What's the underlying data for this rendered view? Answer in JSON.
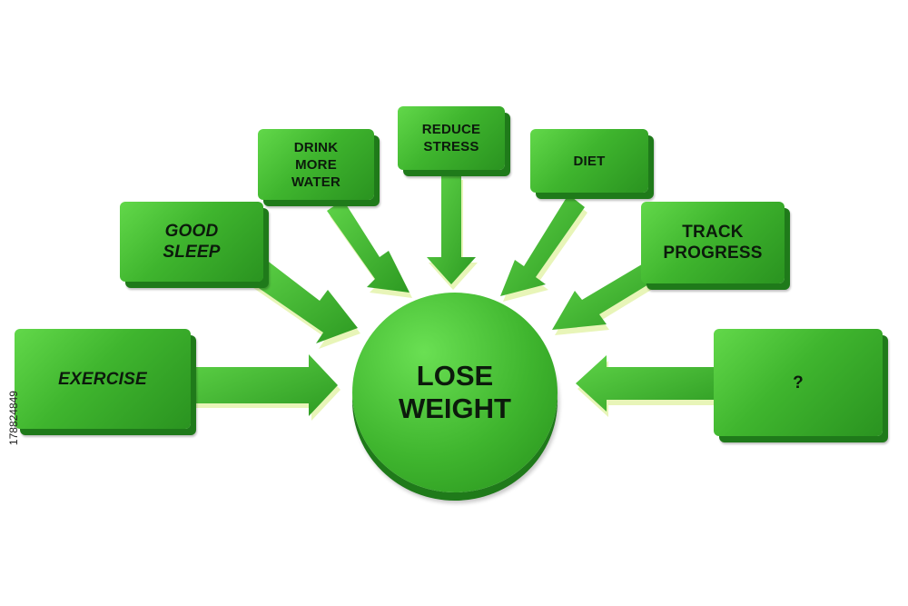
{
  "diagram": {
    "center": {
      "label": "LOSE\nWEIGHT"
    },
    "nodes": [
      {
        "id": "exercise",
        "label": "EXERCISE"
      },
      {
        "id": "good-sleep",
        "label": "GOOD\nSLEEP"
      },
      {
        "id": "drink-more-water",
        "label": "DRINK\nMORE\nWATER"
      },
      {
        "id": "reduce-stress",
        "label": "REDUCE\nSTRESS"
      },
      {
        "id": "diet",
        "label": "DIET"
      },
      {
        "id": "track-progress",
        "label": "TRACK\nPROGRESS"
      },
      {
        "id": "unknown",
        "label": "?"
      }
    ],
    "colors": {
      "box": "#3fb52e",
      "box_edge": "#1f7a1a",
      "arrow": "#42b82f",
      "arrow_edge": "#e8f5b8",
      "text": "#0c1a0c"
    }
  },
  "watermark": {
    "stock_id": "178824849"
  }
}
